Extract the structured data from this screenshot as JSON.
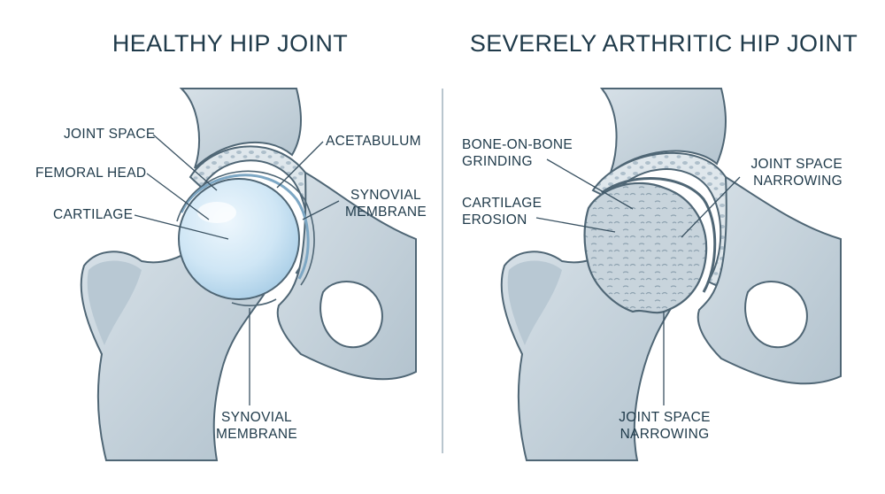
{
  "titles": {
    "left": "HEALTHY HIP JOINT",
    "right": "SEVERELY ARTHRITIC HIP JOINT"
  },
  "healthy": {
    "joint_space": "JOINT SPACE",
    "femoral_head": "FEMORAL HEAD",
    "cartilage": "CARTILAGE",
    "acetabulum": "ACETABULUM",
    "synovial_upper_1": "SYNOVIAL",
    "synovial_upper_2": "MEMBRANE",
    "synovial_lower_1": "SYNOVIAL",
    "synovial_lower_2": "MEMBRANE"
  },
  "arthritic": {
    "bone_on_bone_1": "BONE-ON-BONE",
    "bone_on_bone_2": "GRINDING",
    "cartilage_erosion_1": "CARTILAGE",
    "cartilage_erosion_2": "EROSION",
    "narrowing_upper_1": "JOINT SPACE",
    "narrowing_upper_2": "NARROWING",
    "narrowing_lower_1": "JOINT SPACE",
    "narrowing_lower_2": "NARROWING"
  },
  "colors": {
    "bone": "#c9d5dd",
    "bone_dark": "#9fb1be",
    "outline": "#4f6675",
    "cartilage": "#cfe6f5",
    "text": "#1f3a4a"
  }
}
